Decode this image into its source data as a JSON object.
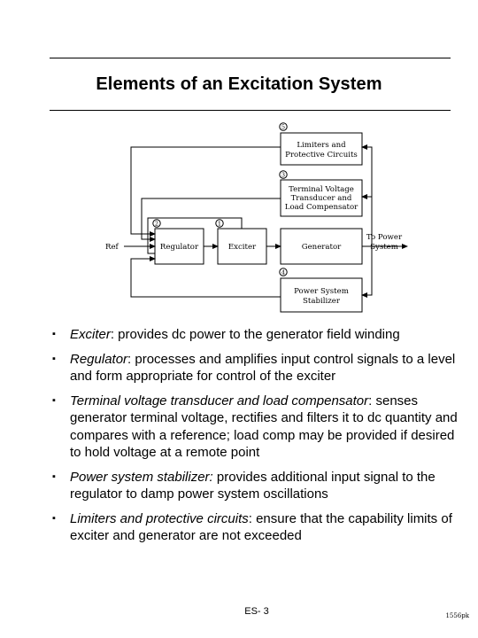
{
  "slide": {
    "title": "Elements of an Excitation System",
    "page_number": "ES- 3",
    "code": "1556pk"
  },
  "diagram": {
    "blocks": {
      "limiters": [
        "Limiters and",
        "Protective Circuits"
      ],
      "transducer": [
        "Terminal Voltage",
        "Transducer and",
        "Load Compensator"
      ],
      "regulator": "Regulator",
      "exciter": "Exciter",
      "generator": "Generator",
      "pss": [
        "Power System",
        "Stabilizer"
      ]
    },
    "markers": {
      "limiters": "5",
      "transducer": "3",
      "regulator": "2",
      "exciter": "1",
      "pss": "4"
    },
    "ref_label": "Ref",
    "output_label": [
      "To Power",
      "System"
    ]
  },
  "bullets": [
    {
      "term": "Exciter",
      "rest": ": provides dc power to the generator field winding"
    },
    {
      "term": "Regulator",
      "rest": ": processes and amplifies input control signals to a level and form appropriate for control of the exciter"
    },
    {
      "term": "Terminal voltage transducer and load compensator",
      "rest": ": senses generator terminal voltage, rectifies and filters it to dc quantity and compares with a reference; load comp may be provided if desired to hold voltage at a remote point"
    },
    {
      "term": "Power system stabilizer:",
      "rest": " provides additional input signal to the regulator to damp power system oscillations"
    },
    {
      "term": "Limiters and protective circuits",
      "rest": ": ensure that the capability limits of exciter and generator are not exceeded"
    }
  ]
}
